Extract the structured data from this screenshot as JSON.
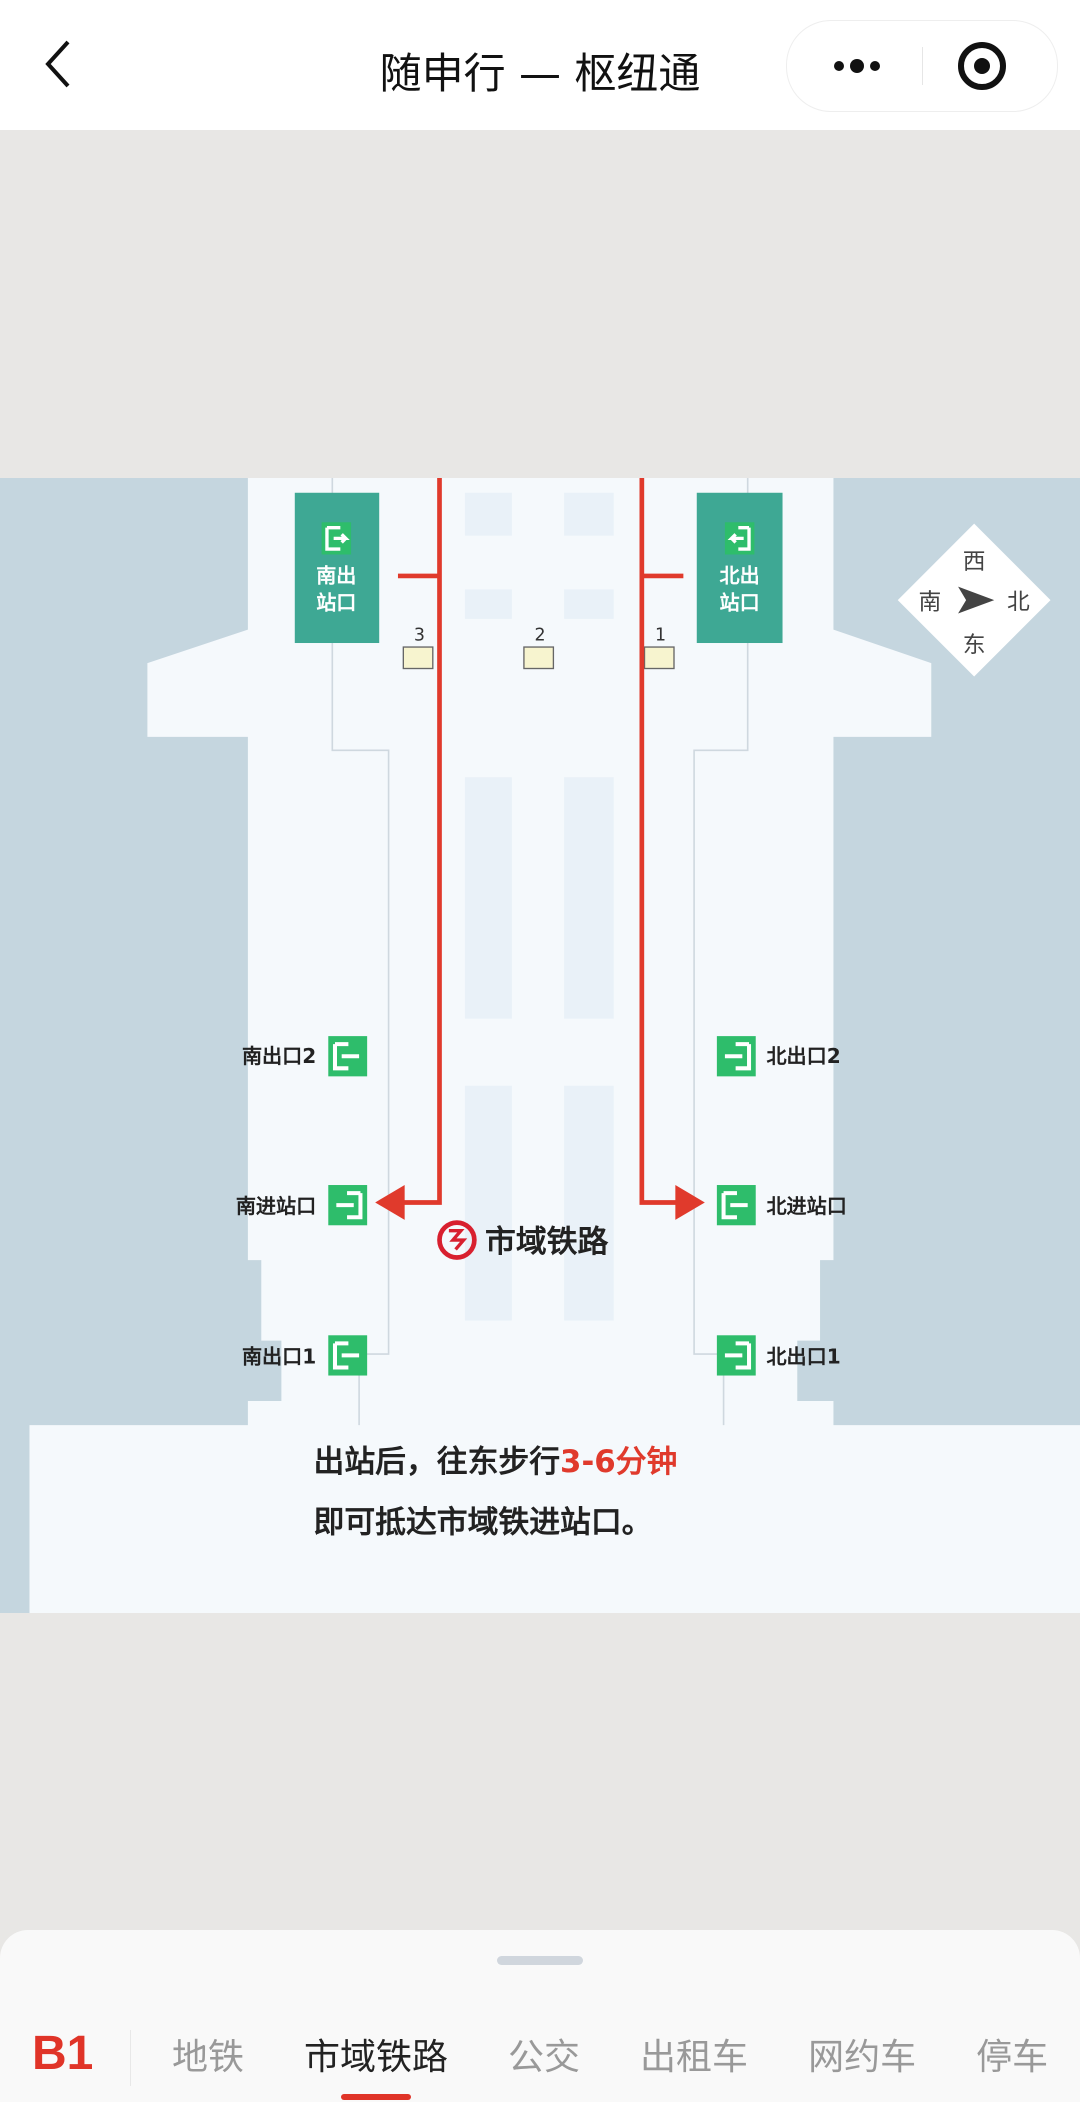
{
  "header": {
    "title": "随申行 — 枢纽通",
    "back_icon": "chevron-left-icon",
    "more_icon": "more-dots-icon",
    "close_icon": "target-circle-icon"
  },
  "map": {
    "south_exit_sign": [
      "南出",
      "站口"
    ],
    "north_exit_sign": [
      "北出",
      "站口"
    ],
    "doors": [
      "3",
      "2",
      "1"
    ],
    "compass": {
      "west": "西",
      "south": "南",
      "north": "北",
      "east": "东"
    },
    "exits": {
      "south_2": "南出口2",
      "north_2": "北出口2",
      "south_entry": "南进站口",
      "north_entry": "北进站口",
      "south_1": "南出口1",
      "north_1": "北出口1"
    },
    "rail_label": "市域铁路",
    "note_line1": "出站后，往东步行",
    "note_highlight": "3-6分钟",
    "note_line2": "即可抵达市域铁进站口。",
    "colors": {
      "route": "#e03a2c",
      "exit_green": "#2ebd6b",
      "sign_teal": "#3ea894",
      "water": "#c5d6df",
      "floor": "#f5f9fc"
    }
  },
  "bottom": {
    "floor": "B1",
    "tabs": [
      "地铁",
      "市域铁路",
      "公交",
      "出租车",
      "网约车",
      "停车"
    ],
    "active_tab": 1
  }
}
